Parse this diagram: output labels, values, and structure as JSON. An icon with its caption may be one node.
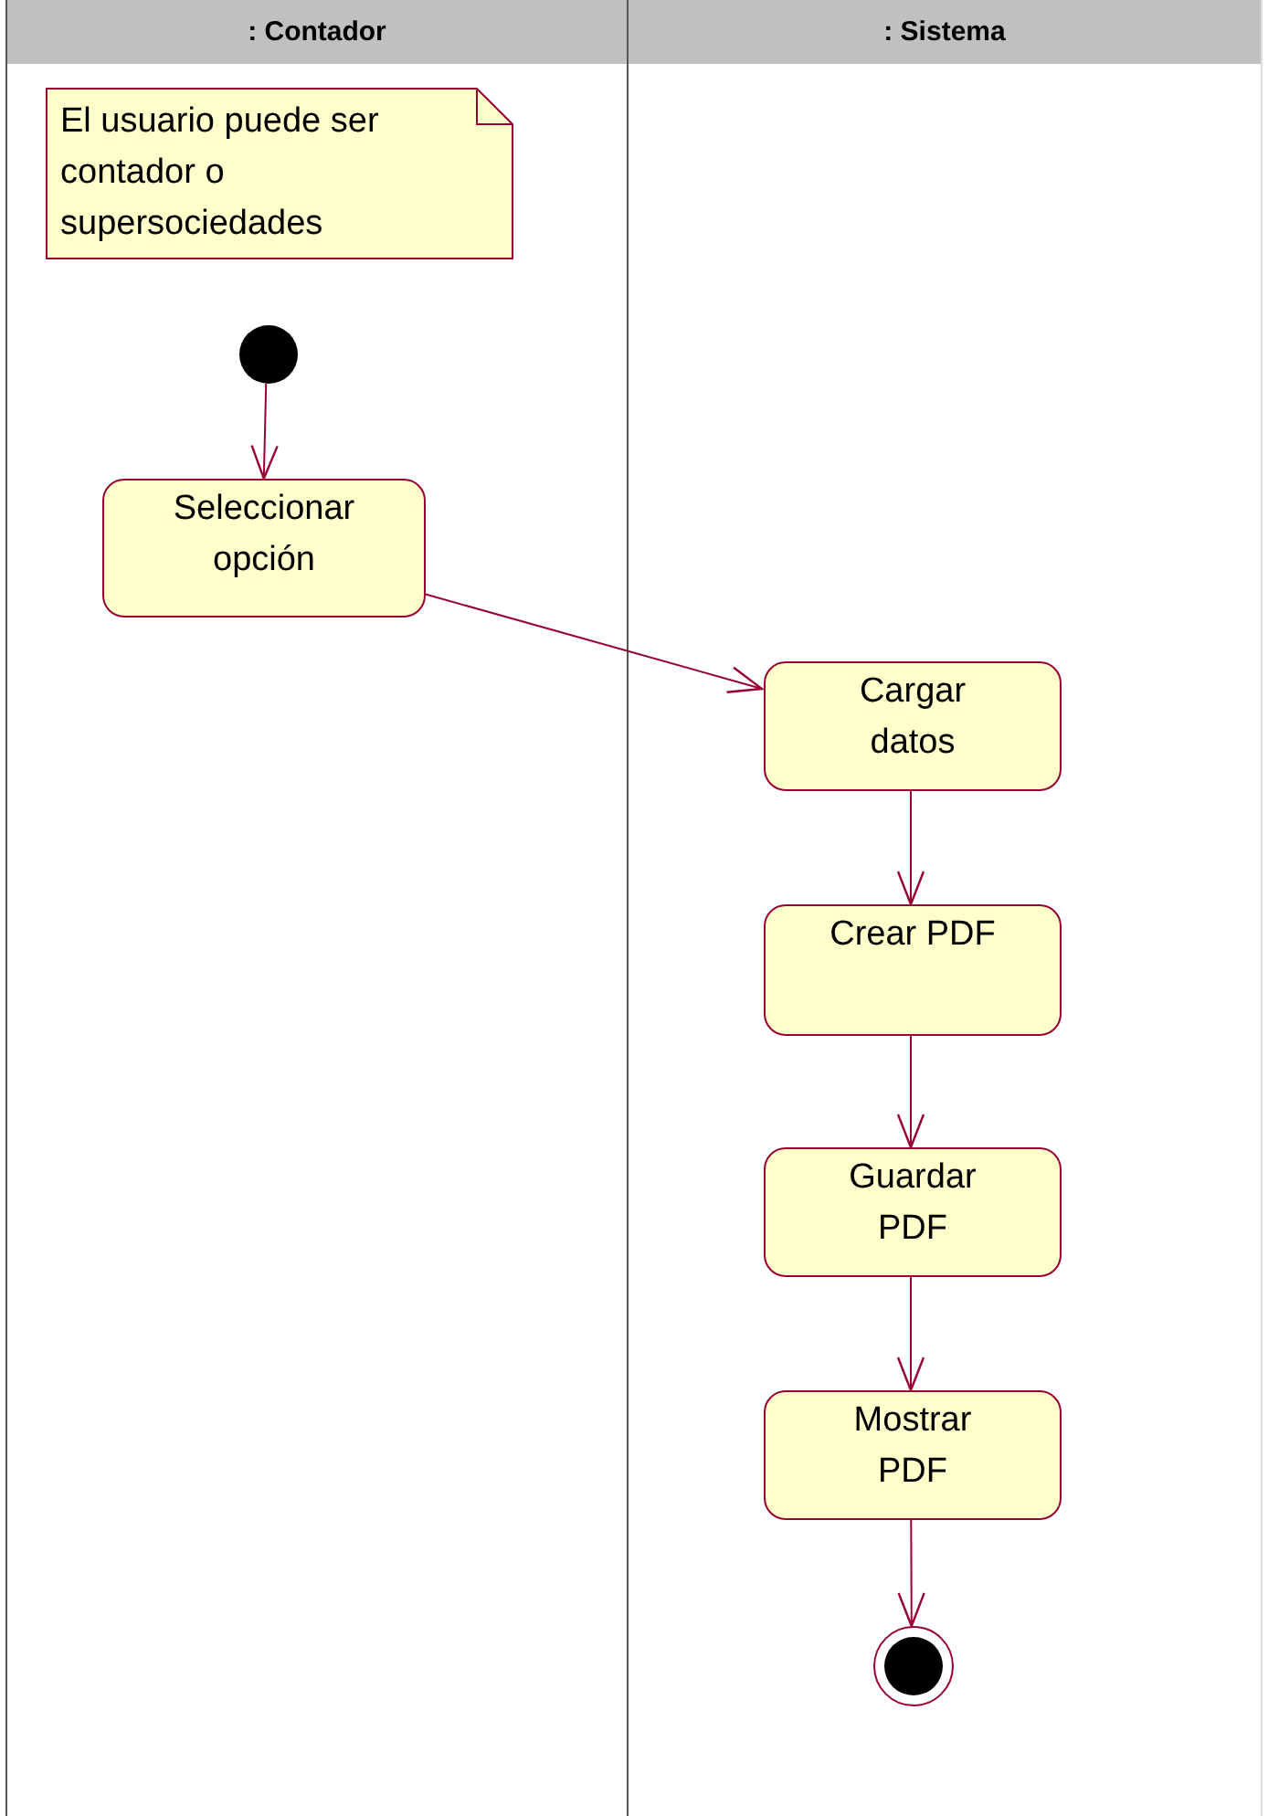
{
  "diagram": {
    "nodes": [
      {
        "text": [
          ": Contador"
        ]
      },
      {
        "text": [
          ": Sistema"
        ]
      },
      {
        "text": [
          "El usuario puede ser contador o supersociedades"
        ],
        "in": 0
      },
      {
        "text": [],
        "shape": "circle",
        "in": 0
      },
      {
        "text": [
          "Seleccionar opción"
        ],
        "in": 0
      },
      {
        "text": [
          "Cargar datos"
        ],
        "in": 1
      },
      {
        "text": [
          "Crear PDF"
        ],
        "in": 1
      },
      {
        "text": [
          "Guardar PDF"
        ],
        "in": 1
      },
      {
        "text": [
          "Mostrar PDF"
        ],
        "in": 1
      },
      {
        "text": [],
        "shape": "circle",
        "in": 1
      }
    ],
    "edges": [
      {
        "from": 3,
        "to": 4,
        "arrow": "to"
      },
      {
        "from": 4,
        "to": 5,
        "arrow": "to"
      },
      {
        "from": 5,
        "to": 6,
        "arrow": "to"
      },
      {
        "from": 6,
        "to": 7,
        "arrow": "to"
      },
      {
        "from": 7,
        "to": 8,
        "arrow": "to"
      },
      {
        "from": 8,
        "to": 9,
        "arrow": "to"
      }
    ]
  }
}
